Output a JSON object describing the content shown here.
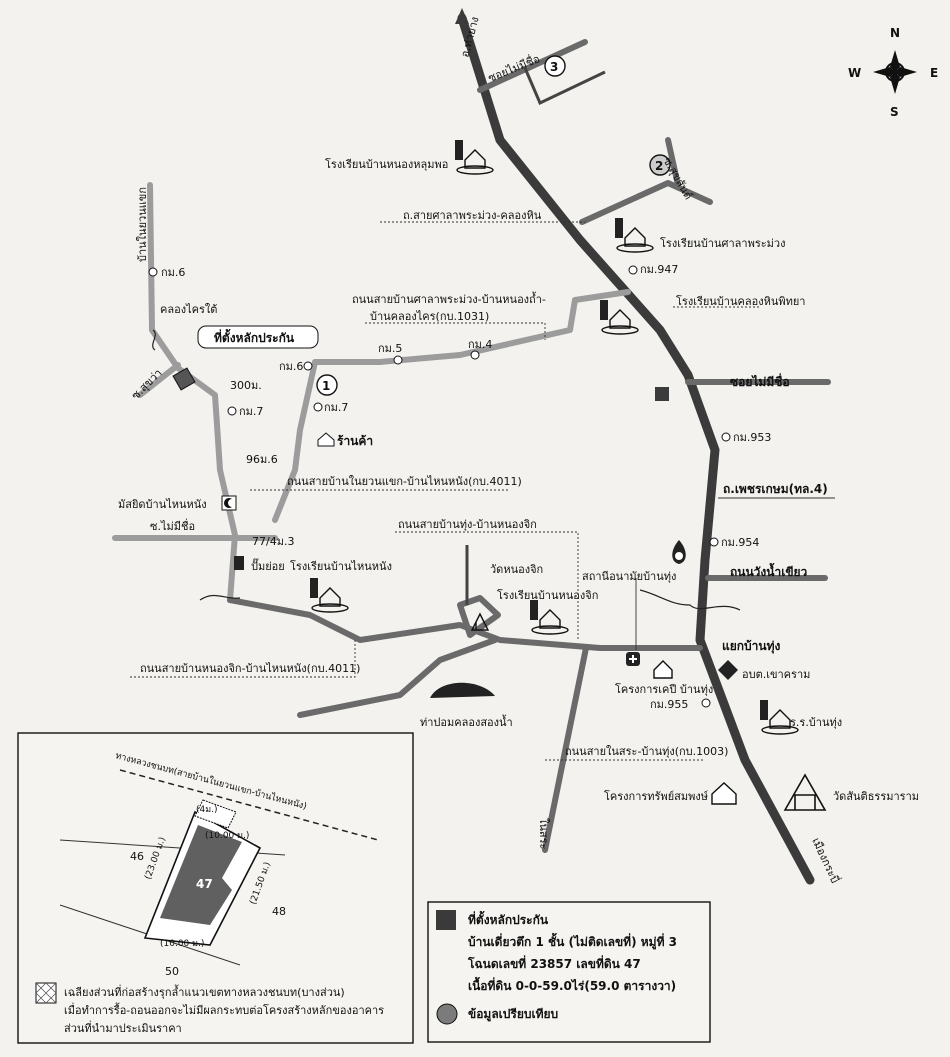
{
  "compass": {
    "n": "N",
    "s": "S",
    "e": "E",
    "w": "W"
  },
  "routes": {
    "r1": "1",
    "r2": "2",
    "r3": "3"
  },
  "labels": {
    "amphoe_north": "อ.ท่ายาง",
    "soi_unnamed_1": "ซอยไม่มีชื่อ",
    "soi_sukhsan": "ซ.สุขสันต์",
    "school_nonghumpo": "โรงเรียนบ้านหนองหลุมพอ",
    "road_sala": "ถ.สายศาลาพระม่วง-คลองหิน",
    "school_sala": "โรงเรียนบ้านศาลาพระม่วง",
    "km947": "กม.947",
    "road_1031_a": "ถนนสายบ้านศาลาพระม่วง-บ้านหนองถ้ำ-",
    "road_1031_b": "บ้านคลองไคร(กบ.1031)",
    "school_klonghin": "โรงเรียนบ้านคลองหินพิทยา",
    "ban_nai_yuan": "บ้านในยวนแขก",
    "km6_top": "กม.6",
    "klong_khrai": "คลองไครใต้",
    "site_label": "ที่ตั้งหลักประกัน",
    "soi_sukwa": "ซ.สุขว่า",
    "dist300": "300ม.",
    "km6_mid": "กม.6",
    "km5": "กม.5",
    "km4": "กม.4",
    "km7_left": "กม.7",
    "km7_mid": "กม.7",
    "soi_unnamed_2": "ซอยไม่มีชื่อ",
    "km953": "กม.953",
    "shop": "ร้านค้า",
    "house96": "96ม.6",
    "road_4011_top": "ถนนสายบ้านในยวนแขก-บ้านไหนหนัง(กบ.4011)",
    "phetkasem": "ถ.เพชรเกษม(ทล.4)",
    "mosque": "มัสยิดบ้านไหนหนัง",
    "soi_unnamed_3": "ซ.ไม่มีชื่อ",
    "house77": "77/4ม.3",
    "road_banthung": "ถนนสายบ้านทุ่ง-บ้านหนองจิก",
    "km954": "กม.954",
    "gas": "ปั๊มย่อย",
    "school_wainang": "โรงเรียนบ้านไหนหนัง",
    "wat_nongjik": "วัดหนองจิก",
    "health_center": "สถานีอนามัยบ้านทุ่ง",
    "road_wangnamkhiao": "ถนนวังน้ำเขียว",
    "school_nongjik": "โรงเรียนบ้านหนองจิก",
    "junction": "แยกบ้านทุ่ง",
    "road_4011_bottom": "ถนนสายบ้านหนองจิก-บ้านไหนหนัง(กบ.4011)",
    "kendi_project": "โครงการเคปี บ้านทุ่ง",
    "district_office": "อบต.เขาคราม",
    "km955": "กม.955",
    "tha_pom": "ท่าปอมคลองสองน้ำ",
    "school_banthung": "ร.ร.บ้านทุ่ง",
    "road_1003": "ถนนสายในสระ-บ้านทุ่ง(กบ.1003)",
    "sap_project": "โครงการทรัพย์สมพงษ์",
    "wat_santi": "วัดสันติธรรมาราม",
    "nai_sa": "ในสระ",
    "amphoe_south": "เมืองกระบี่"
  },
  "inset": {
    "road_label": "ทางหลวงชนบท(สายบ้านในยวนแขก-บ้านไหนหนัง)",
    "dim_4m": "(4ม.)",
    "dim_top": "(10.00 ม.)",
    "dim_left": "(23.00 ม.)",
    "dim_right": "(21.50 ม.)",
    "dim_bottom": "(10.00 ม.)",
    "plot_main": "47",
    "plot_left": "46",
    "plot_right": "48",
    "plot_bottom": "50",
    "note_1": "เฉลียงส่วนที่ก่อสร้างรุกล้ำแนวเขตทางหลวงชนบท(บางส่วน)",
    "note_2": "เมื่อทำการรื้อ-ถอนออกจะไม่มีผลกระทบต่อโครงสร้างหลักของอาคาร",
    "note_3": "ส่วนที่นำมาประเมินราคา"
  },
  "legend": {
    "title": "ที่ตั้งหลักประกัน",
    "line1": "บ้านเดี่ยวตึก 1 ชั้น (ไม่ติดเลขที่) หมู่ที่ 3",
    "line2": "โฉนดเลขที่ 23857 เลขที่ดิน 47",
    "line3": "เนื้อที่ดิน 0-0-59.0ไร่(59.0 ตารางวา)",
    "compare": "ข้อมูลเปรียบเทียบ"
  }
}
